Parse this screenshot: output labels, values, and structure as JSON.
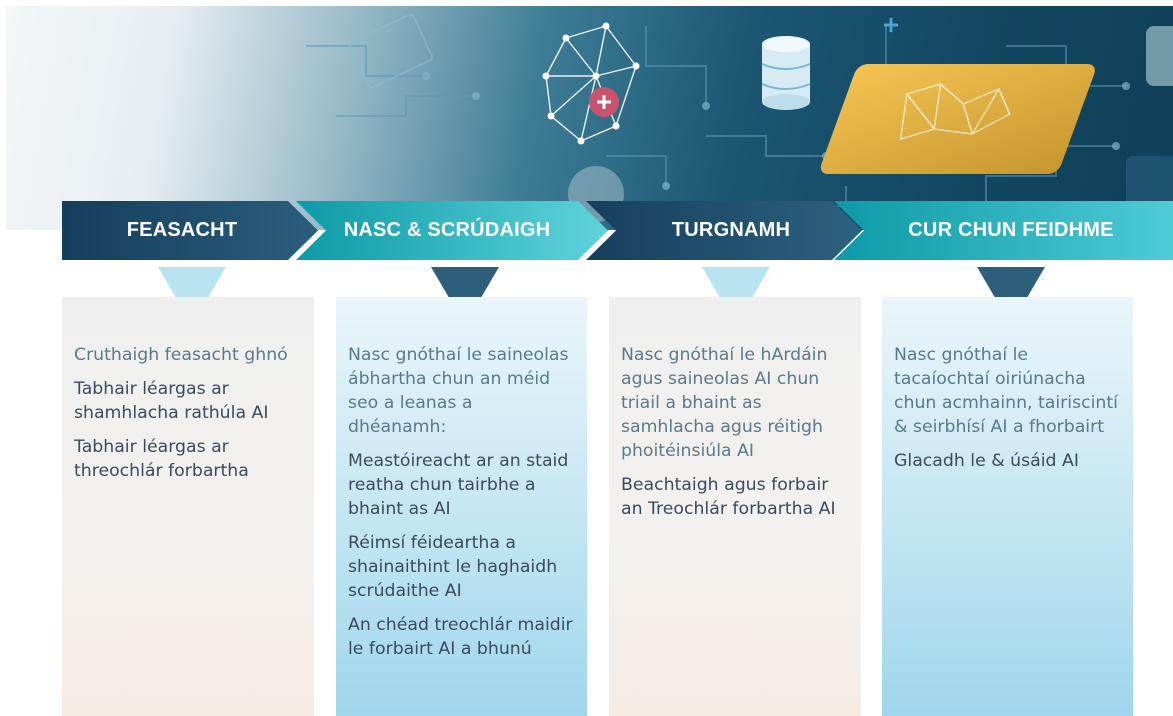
{
  "colors": {
    "navy": "#1e4866",
    "teal": "#17a9b3",
    "light_pointer": "#b9e3f0",
    "dark_pointer": "#2e5f7a"
  },
  "stages": [
    {
      "label": "FEASACHT",
      "intro": "Cruthaigh feasacht ghnó",
      "items": [
        "Tabhair léargas ar shamhlacha rathúla AI",
        "Tabhair léargas ar threochlár forbartha"
      ]
    },
    {
      "label": "NASC & SCRÚDAIGH",
      "intro": "Nasc gnóthaí le saineolas ábhartha chun an méid seo a leanas a dhéanamh:",
      "items": [
        "Meastóireacht ar an staid reatha chun tairbhe a bhaint as AI",
        "Réimsí féideartha a shainaithint le haghaidh scrúdaithe AI",
        "An chéad treochlár maidir le forbairt AI a bhunú"
      ]
    },
    {
      "label": "TURGNAMH",
      "intro": "Nasc gnóthaí le hArdáin agus saineolas AI chun triail a bhaint as samhlacha agus réitigh phoitéinsiúla AI",
      "items": [
        "Beachtaigh agus forbair an Treochlár forbartha AI"
      ]
    },
    {
      "label": "CUR CHUN FEIDHME",
      "intro": "Nasc gnóthaí le tacaíochtaí oiriúnacha chun acmhainn, tairiscintí & seirbhísí AI a fhorbairt",
      "items": [
        "Glacadh le & úsáid AI"
      ]
    }
  ]
}
